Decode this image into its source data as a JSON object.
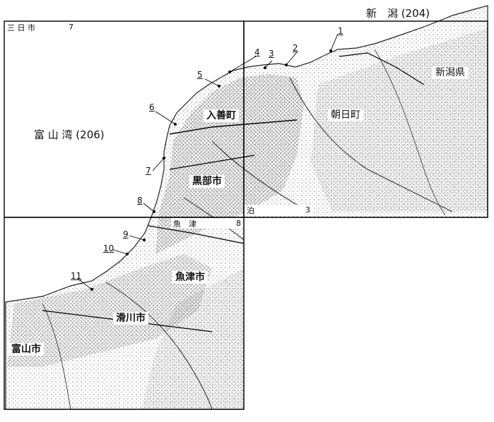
{
  "sheets": {
    "mikkaichi": {
      "name": "三 日 市",
      "number": "7"
    },
    "tomari": {
      "name": "泊",
      "number": "3"
    },
    "uozu": {
      "name": "魚　津",
      "number": "8"
    }
  },
  "places": {
    "niigata_sheet": "新　潟 (204)",
    "niigata_pref": "新潟県",
    "asahi": "朝日町",
    "nyuzen": "入善町",
    "kurobe": "黒部市",
    "uozu_city": "魚津市",
    "namerikawa": "滑川市",
    "toyama_city": "富山市",
    "toyama_bay": "富 山 湾 (206)"
  },
  "site_numbers": [
    "1",
    "2",
    "3",
    "4",
    "5",
    "6",
    "7",
    "8",
    "9",
    "10",
    "11"
  ],
  "colors": {
    "ink": "#111111",
    "paper": "#ffffff",
    "terrain": "#555555"
  }
}
